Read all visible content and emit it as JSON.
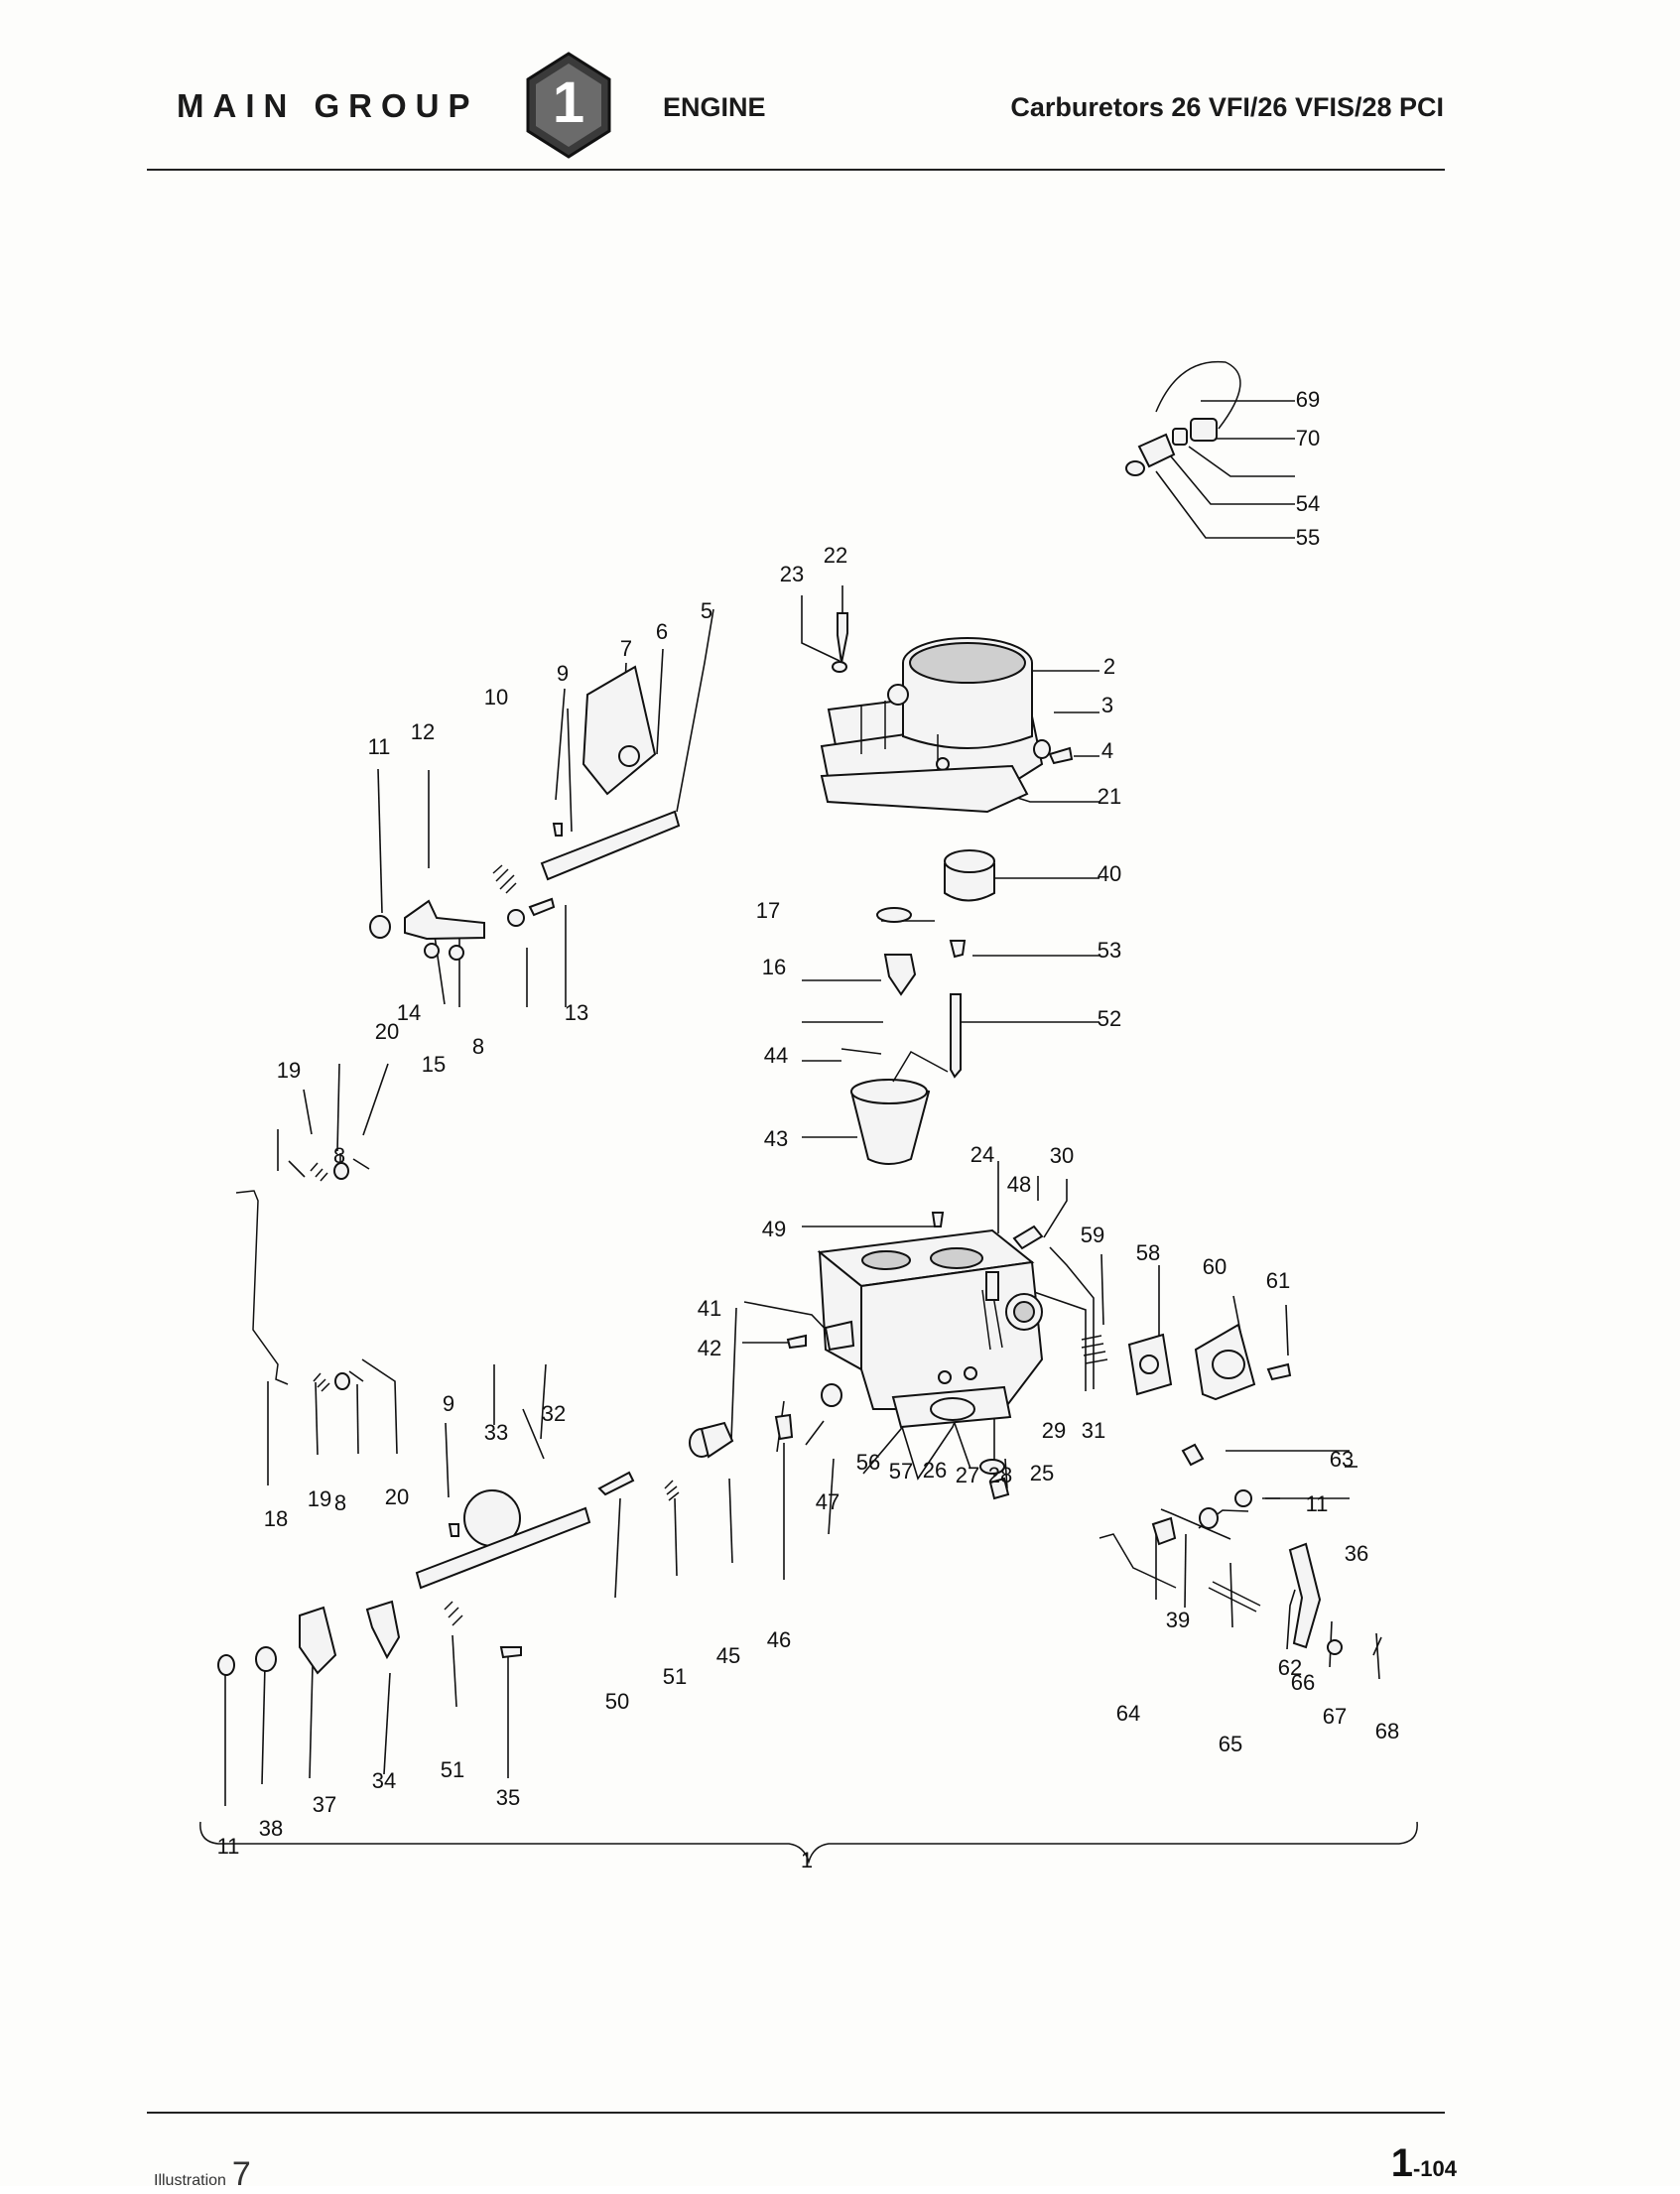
{
  "header": {
    "group": "MAIN GROUP",
    "group_number": "1",
    "section": "ENGINE",
    "title": "Carburetors 26 VFI/26 VFIS/28 PCI"
  },
  "footer": {
    "illustration_label": "Illustration",
    "illustration_number": "7",
    "page_main": "1",
    "page_sub": "-104"
  },
  "part_numbers": [
    "1",
    "2",
    "3",
    "4",
    "5",
    "6",
    "7",
    "8",
    "8",
    "8",
    "9",
    "9",
    "10",
    "11",
    "11",
    "11",
    "12",
    "13",
    "14",
    "15",
    "16",
    "17",
    "18",
    "19",
    "19",
    "20",
    "20",
    "21",
    "22",
    "23",
    "24",
    "25",
    "26",
    "27",
    "28",
    "29",
    "30",
    "31",
    "32",
    "33",
    "34",
    "35",
    "36",
    "37",
    "38",
    "39",
    "40",
    "41",
    "42",
    "43",
    "44",
    "45",
    "46",
    "47",
    "48",
    "49",
    "50",
    "51",
    "51",
    "52",
    "53",
    "54",
    "55",
    "56",
    "57",
    "58",
    "59",
    "60",
    "61",
    "62",
    "63",
    "64",
    "65",
    "66",
    "67",
    "68",
    "69",
    "70"
  ]
}
